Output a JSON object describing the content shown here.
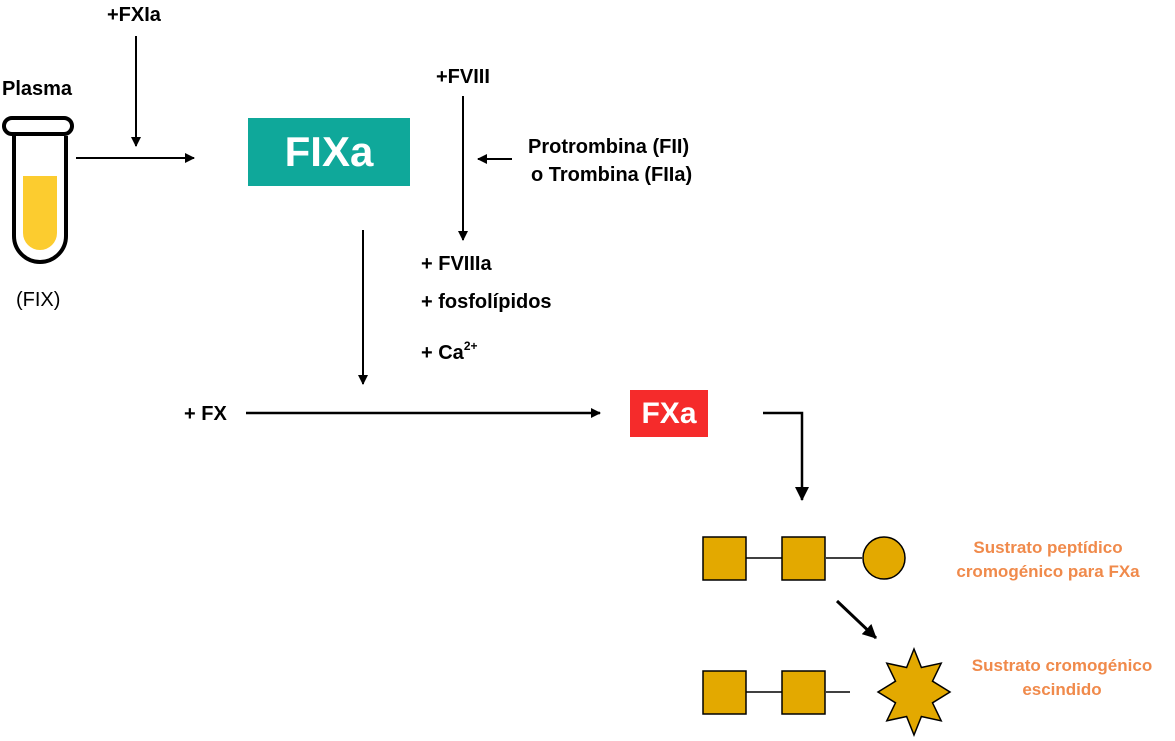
{
  "labels": {
    "plasma": "Plasma",
    "fix": "(FIX)",
    "fxia": "+FXIa",
    "fviii": "+FVIII",
    "prothrombin_line1": "Protrombina (FII)",
    "prothrombin_line2": "o Trombina (FIIa)",
    "fviiia": "+ FVIIIa",
    "phospholipids": "+ fosfolípidos",
    "ca": "+ Ca",
    "ca_charge": "2+",
    "fx": "+ FX"
  },
  "boxes": {
    "fixa": {
      "text": "FIXa",
      "color": "#0fa89a"
    },
    "fxa": {
      "text": "FXa",
      "color": "#f52b2b"
    }
  },
  "substrate": {
    "intact_line1": "Sustrato peptídico",
    "intact_line2": "cromogénico para FXa",
    "cleaved_line1": "Sustrato cromogénico",
    "cleaved_line2": "escindido"
  },
  "colors": {
    "tube_liquid": "#fccc2f",
    "substrate_fill": "#e3a900",
    "annotation": "#f08a4b"
  }
}
